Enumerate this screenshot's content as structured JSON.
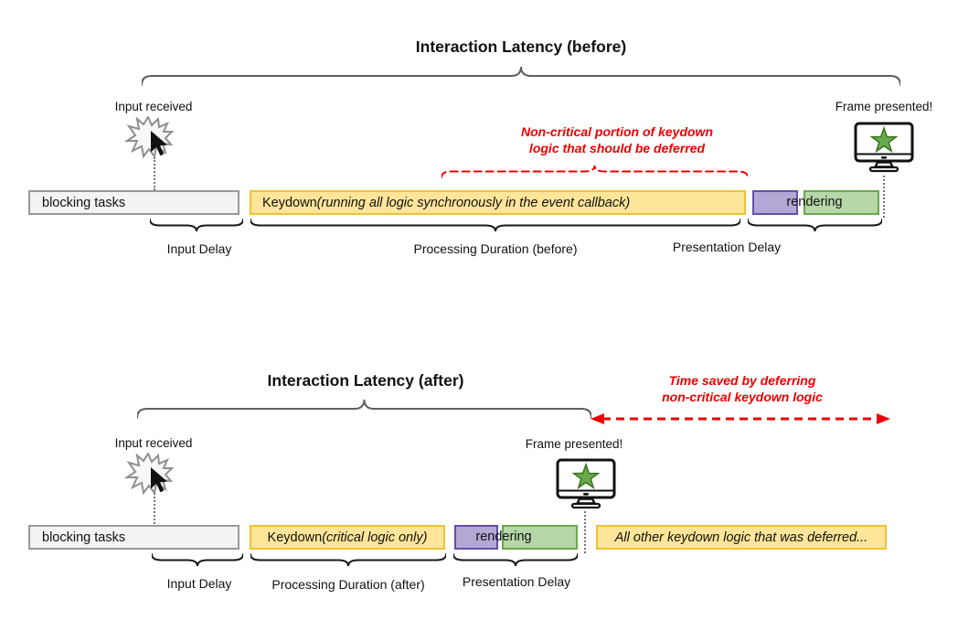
{
  "colors": {
    "yellow_fill": "#FFE599",
    "yellow_border": "#F1C232",
    "gray_fill": "#F3F3F3",
    "gray_border": "#999999",
    "purple_fill": "#B4A7D6",
    "purple_border": "#674EA7",
    "green_fill": "#B6D7A8",
    "green_border": "#6AA84F",
    "red": "#EE0000",
    "star_fill": "#6AA84F",
    "star_border": "#38761D"
  },
  "before": {
    "title": "Interaction Latency (before)",
    "input_received": "Input received",
    "frame_presented": "Frame presented!",
    "note": {
      "line1": "Non-critical portion of keydown",
      "line2": "logic that should be deferred"
    },
    "bars": {
      "blocking": "blocking tasks",
      "keydown_main": "Keydown ",
      "keydown_paren": "(running all logic synchronously in the event callback)",
      "rendering": "rendering"
    },
    "labels": {
      "input_delay": "Input Delay",
      "processing": "Processing Duration (before)",
      "presentation": "Presentation Delay"
    }
  },
  "after": {
    "title": "Interaction Latency (after)",
    "input_received": "Input received",
    "frame_presented": "Frame presented!",
    "note": {
      "line1": "Time saved by deferring",
      "line2": "non-critical keydown logic"
    },
    "bars": {
      "blocking": "blocking tasks",
      "keydown_main": "Keydown ",
      "keydown_paren": "(critical logic only)",
      "rendering": "rendering",
      "deferred": "All other keydown logic that was deferred..."
    },
    "labels": {
      "input_delay": "Input Delay",
      "processing": "Processing Duration (after)",
      "presentation": "Presentation Delay"
    }
  }
}
